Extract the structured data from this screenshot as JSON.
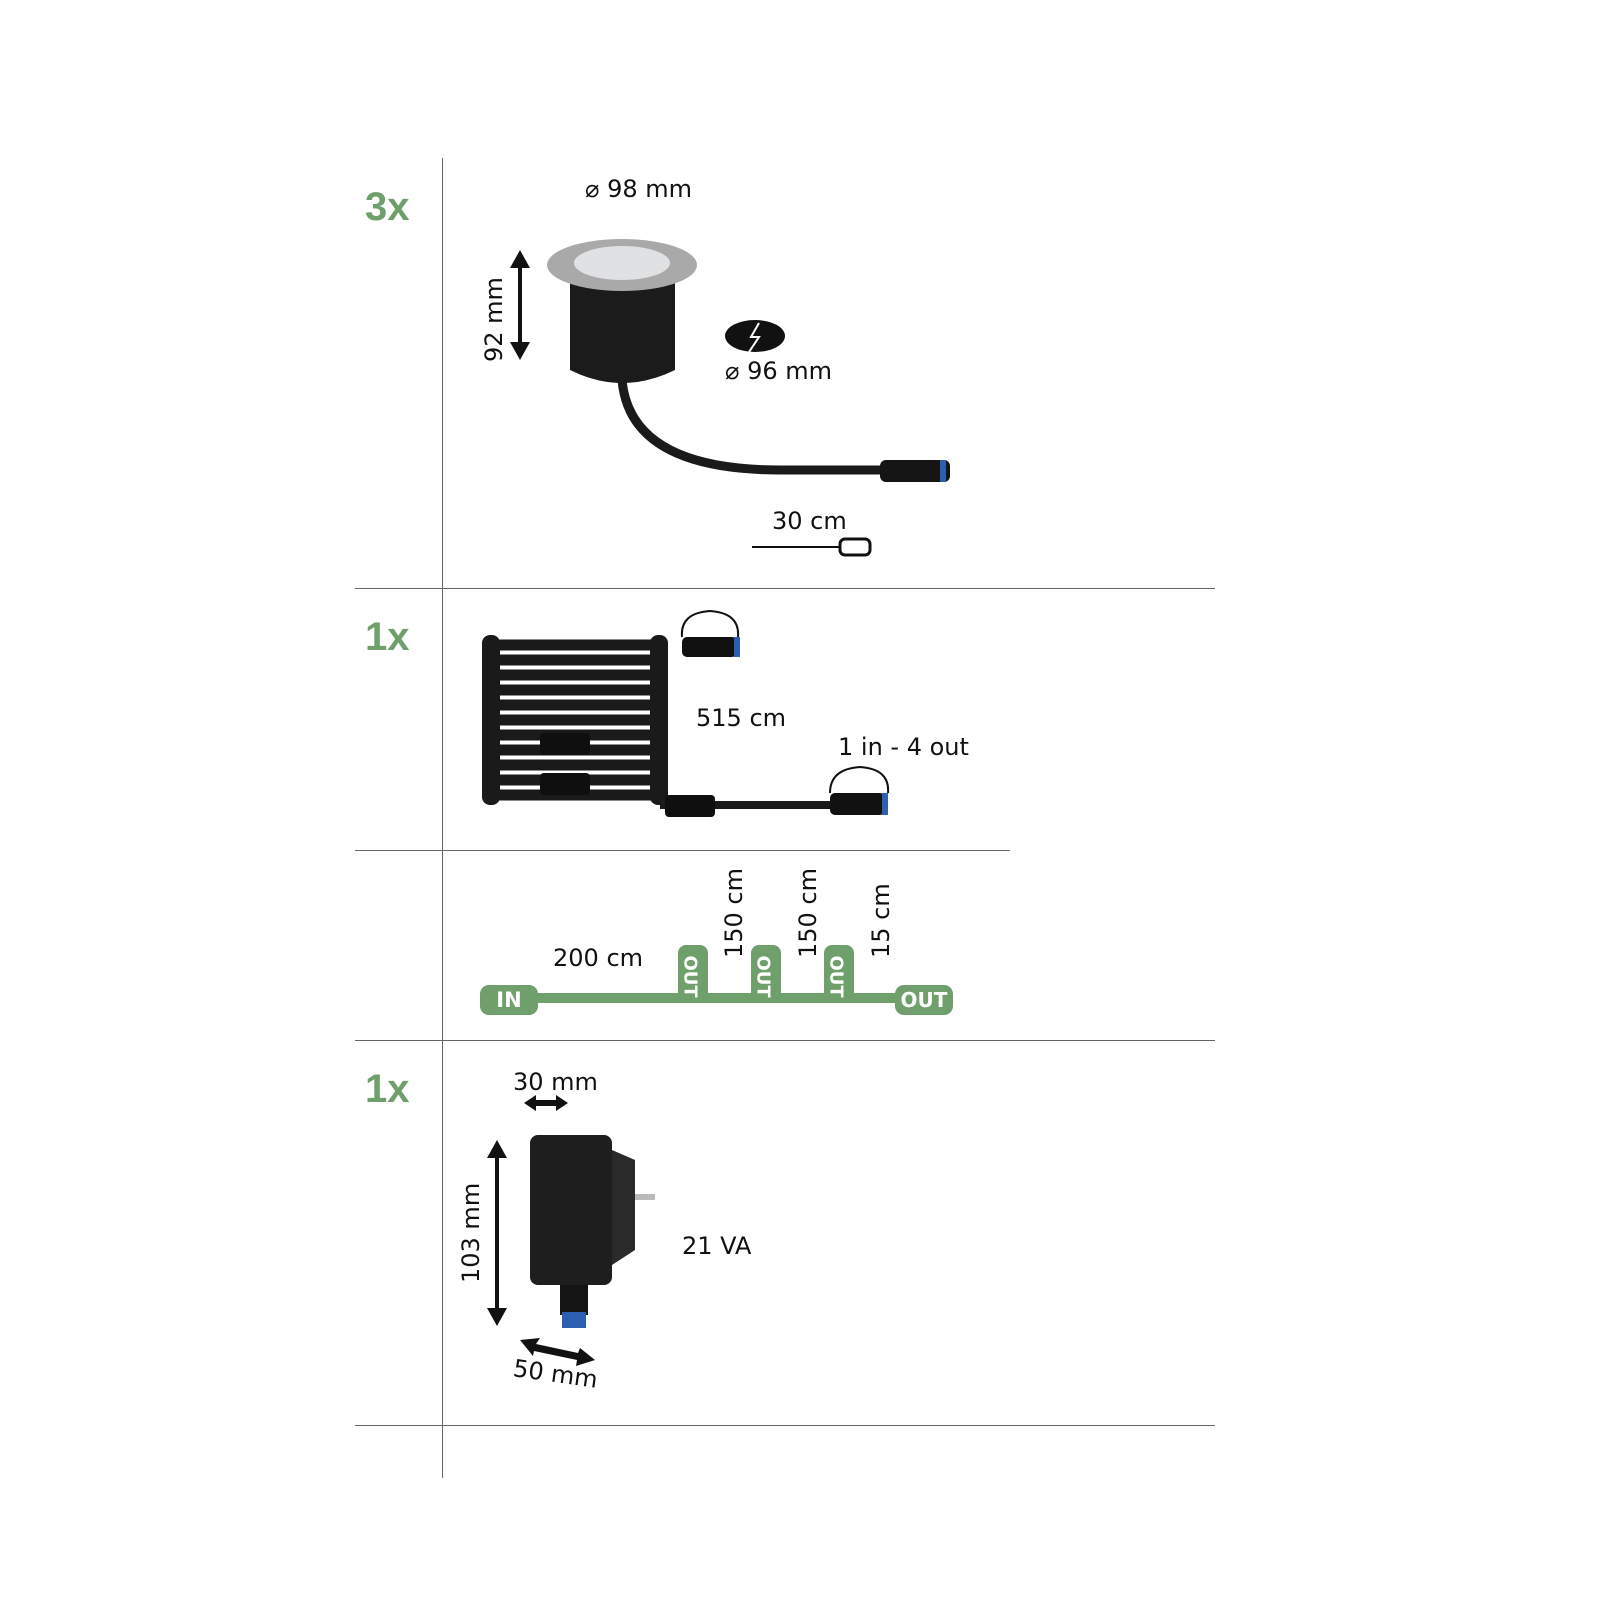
{
  "accent_color": "#6f9f6a",
  "sections": [
    {
      "quantity": "3x",
      "item": "recessed-spotlight",
      "labels": {
        "diameter": "⌀ 98 mm",
        "height": "92 mm",
        "cutout": "⌀ 96 mm",
        "cable": "30 cm"
      }
    },
    {
      "quantity": "1x",
      "item": "cable-distributor",
      "labels": {
        "length": "515 cm",
        "config": "1 in - 4 out"
      }
    },
    {
      "quantity": "",
      "item": "cable-schematic",
      "labels": {
        "seg1": "200 cm",
        "seg2": "150 cm",
        "seg3": "150 cm",
        "seg4": "15 cm",
        "in": "IN",
        "out": "OUT"
      }
    },
    {
      "quantity": "1x",
      "item": "power-adapter",
      "labels": {
        "width": "30 mm",
        "height": "103 mm",
        "depth": "50 mm",
        "power": "21 VA"
      }
    }
  ]
}
